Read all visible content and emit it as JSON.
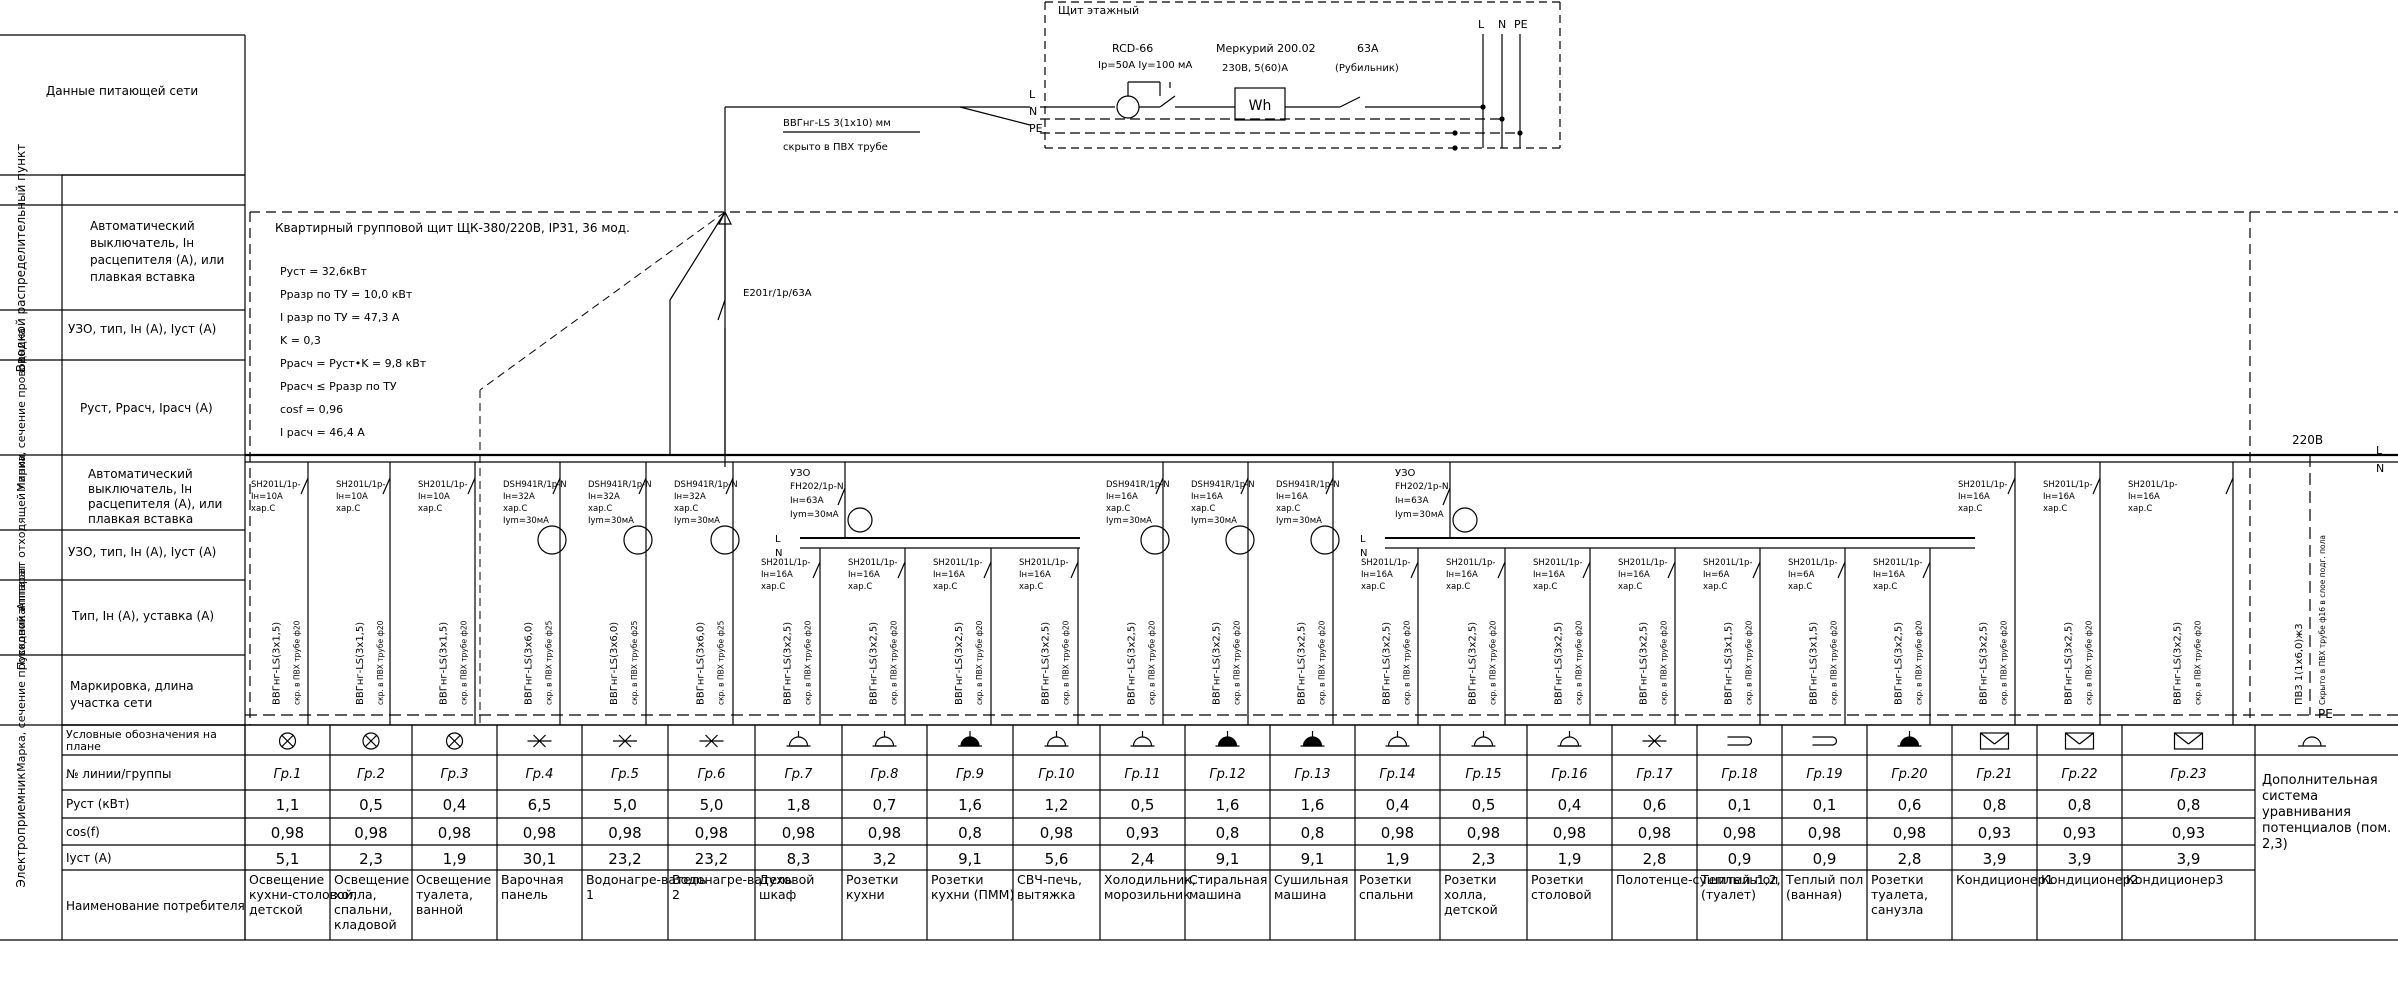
{
  "left_panel": {
    "supply_data": "Данные питающей сети",
    "section_vrp": "Вводной распределительный пункт",
    "section_cable": "Марка, сечение проводника",
    "section_out": "Аппарат отходящей линии",
    "section_start": "Пусковой аппарат",
    "section_cable2": "Марка, сечение проводника",
    "section_consumer": "Электроприемник",
    "row_breaker": "Автоматический выключатель, Iн расцепителя (А), или плавкая вставка",
    "row_uzo": "УЗО, тип, Iн (А), Iуст (А)",
    "row_power": "Руст, Ррасч, Iрасч (А)",
    "row_breaker2": "Автоматический выключатель, Iн расцепителя (А), или плавкая вставка",
    "row_uzo2": "УЗО, тип, Iн (А), Iуст (А)",
    "row_type": "Тип, Iн (А), уставка (А)",
    "row_marking": "Маркировка, длина участка сети"
  },
  "table_rows": {
    "symbols": "Условные обозначения на плане",
    "group_no": "№ линии/группы",
    "p": "Руст (кВт)",
    "cos": "cos(f)",
    "i": "Iуст (А)",
    "name": "Наименование потребителя"
  },
  "floor_panel": {
    "title": "Щит этажный",
    "rcd_name": "RCD-66",
    "rcd_params": "Iр=50А  Iу=100 мА",
    "meter_name": "Меркурий 200.02",
    "meter_params": "230В, 5(60)А",
    "meter_symbol": "Wh",
    "switch_rating": "63А",
    "switch_name": "(Рубильник)",
    "bus_l": "L",
    "bus_n": "N",
    "bus_pe": "PE"
  },
  "feeder": {
    "cable": "ВВГнг-LS 3(1х10) мм",
    "laying": "скрыто в ПВХ трубе",
    "l": "L",
    "n": "N",
    "pe": "PE"
  },
  "apt_panel": {
    "title": "Квартирный групповой щит ЩК-380/220В, IP31, 36 мод.",
    "params": [
      "Руст = 32,6кВт",
      "Рразр по ТУ = 10,0 кВт",
      "I разр по ТУ = 47,3 А",
      "K = 0,3",
      "Ррасч = Руст•K = 9,8 кВт",
      "Ррасч  ≤ Рразр по ТУ",
      "cosf = 0,96",
      "I расч = 46,4 А"
    ],
    "main_breaker": "E201r/1p/63A",
    "voltage": "220В",
    "bus_l": "L",
    "bus_n": "N"
  },
  "rcd_units": [
    {
      "label": "УЗО",
      "type": "FH202/1p-N",
      "in": "Iн=63А",
      "iy": "Iуm=30мА"
    },
    {
      "label": "УЗО",
      "type": "FH202/1p-N",
      "in": "Iн=63А",
      "iy": "Iуm=30мА"
    }
  ],
  "subbus": {
    "l": "L",
    "n": "N"
  },
  "pe_label": "PE",
  "groups": [
    {
      "no": "Гр.1",
      "p": "1,1",
      "cos": "0,98",
      "i": "5,1",
      "name": "Освещение кухни-столовой, детской",
      "sym": "lamp",
      "breaker": [
        "SH201L/1p-",
        "Iн=10А",
        "хар.С"
      ],
      "cable": "ВВГнг-LS(3х1,5)",
      "laying": "скр. в ПВХ трубе ф20"
    },
    {
      "no": "Гр.2",
      "p": "0,5",
      "cos": "0,98",
      "i": "2,3",
      "name": "Освещение холла, спальни, кладовой",
      "sym": "lamp",
      "breaker": [
        "SH201L/1p-",
        "Iн=10А",
        "хар.С"
      ],
      "cable": "ВВГнг-LS(3х1,5)",
      "laying": "скр. в ПВХ трубе ф20"
    },
    {
      "no": "Гр.3",
      "p": "0,4",
      "cos": "0,98",
      "i": "1,9",
      "name": "Освещение туалета, ванной",
      "sym": "lamp",
      "breaker": [
        "SH201L/1p-",
        "Iн=10А",
        "хар.С"
      ],
      "cable": "ВВГнг-LS(3х1,5)",
      "laying": "скр. в ПВХ трубе ф20"
    },
    {
      "no": "Гр.4",
      "p": "6,5",
      "cos": "0,98",
      "i": "30,1",
      "name": "Варочная панель",
      "sym": "outlet-x",
      "breaker": [
        "DSH941R/1p-N",
        "Iн=32А",
        "хар.С",
        "Iуm=30мА"
      ],
      "cable": "ВВГнг-LS(3х6,0)",
      "laying": "скр. в ПВХ трубе ф25"
    },
    {
      "no": "Гр.5",
      "p": "5,0",
      "cos": "0,98",
      "i": "23,2",
      "name": "Водонагре-ватель 1",
      "sym": "outlet-x",
      "breaker": [
        "DSH941R/1p-N",
        "Iн=32А",
        "хар.С",
        "Iуm=30мА"
      ],
      "cable": "ВВГнг-LS(3х6,0)",
      "laying": "скр. в ПВХ трубе ф25"
    },
    {
      "no": "Гр.6",
      "p": "5,0",
      "cos": "0,98",
      "i": "23,2",
      "name": "Водонагре-ватель 2",
      "sym": "outlet-x",
      "breaker": [
        "DSH941R/1p-N",
        "Iн=32А",
        "хар.С",
        "Iуm=30мА"
      ],
      "cable": "ВВГнг-LS(3х6,0)",
      "laying": "скр. в ПВХ трубе ф25"
    },
    {
      "no": "Гр.7",
      "p": "1,8",
      "cos": "0,98",
      "i": "8,3",
      "name": "Духовой шкаф",
      "sym": "socket",
      "breaker": [
        "SH201L/1p-",
        "Iн=16А",
        "хар.С"
      ],
      "cable": "ВВГнг-LS(3х2,5)",
      "laying": "скр. в ПВХ трубе ф20"
    },
    {
      "no": "Гр.8",
      "p": "0,7",
      "cos": "0,98",
      "i": "3,2",
      "name": "Розетки кухни",
      "sym": "socket",
      "breaker": [
        "SH201L/1p-",
        "Iн=16А",
        "хар.С"
      ],
      "cable": "ВВГнг-LS(3х2,5)",
      "laying": "скр. в ПВХ трубе ф20"
    },
    {
      "no": "Гр.9",
      "p": "1,6",
      "cos": "0,8",
      "i": "9,1",
      "name": "Розетки кухни (ПММ)",
      "sym": "socket-filled",
      "breaker": [
        "SH201L/1p-",
        "Iн=16А",
        "хар.С"
      ],
      "cable": "ВВГнг-LS(3х2,5)",
      "laying": "скр. в ПВХ трубе ф20"
    },
    {
      "no": "Гр.10",
      "p": "1,2",
      "cos": "0,98",
      "i": "5,6",
      "name": "СВЧ-печь, вытяжка",
      "sym": "socket",
      "breaker": [
        "SH201L/1p-",
        "Iн=16А",
        "хар.С"
      ],
      "cable": "ВВГнг-LS(3х2,5)",
      "laying": "скр. в ПВХ трубе ф20"
    },
    {
      "no": "Гр.11",
      "p": "0,5",
      "cos": "0,93",
      "i": "2,4",
      "name": "Холодильник, морозильник",
      "sym": "socket",
      "breaker": [
        "DSH941R/1p-N",
        "Iн=16А",
        "хар.С",
        "Iуm=30мА"
      ],
      "cable": "ВВГнг-LS(3х2,5)",
      "laying": "скр. в ПВХ трубе ф20"
    },
    {
      "no": "Гр.12",
      "p": "1,6",
      "cos": "0,8",
      "i": "9,1",
      "name": "Стиральная машина",
      "sym": "socket-filled",
      "breaker": [
        "DSH941R/1p-N",
        "Iн=16А",
        "хар.С",
        "Iуm=30мА"
      ],
      "cable": "ВВГнг-LS(3х2,5)",
      "laying": "скр. в ПВХ трубе ф20"
    },
    {
      "no": "Гр.13",
      "p": "1,6",
      "cos": "0,8",
      "i": "9,1",
      "name": "Сушильная машина",
      "sym": "socket-filled",
      "breaker": [
        "DSH941R/1p-N",
        "Iн=16А",
        "хар.С",
        "Iуm=30мА"
      ],
      "cable": "ВВГнг-LS(3х2,5)",
      "laying": "скр. в ПВХ трубе ф20"
    },
    {
      "no": "Гр.14",
      "p": "0,4",
      "cos": "0,98",
      "i": "1,9",
      "name": "Розетки спальни",
      "sym": "socket",
      "breaker": [
        "SH201L/1p-",
        "Iн=16А",
        "хар.С"
      ],
      "cable": "ВВГнг-LS(3х2,5)",
      "laying": "скр. в ПВХ трубе ф20"
    },
    {
      "no": "Гр.15",
      "p": "0,5",
      "cos": "0,98",
      "i": "2,3",
      "name": "Розетки холла, детской",
      "sym": "socket",
      "breaker": [
        "SH201L/1p-",
        "Iн=16А",
        "хар.С"
      ],
      "cable": "ВВГнг-LS(3х2,5)",
      "laying": "скр. в ПВХ трубе ф20"
    },
    {
      "no": "Гр.16",
      "p": "0,4",
      "cos": "0,98",
      "i": "1,9",
      "name": "Розетки столовой",
      "sym": "socket",
      "breaker": [
        "SH201L/1p-",
        "Iн=16А",
        "хар.С"
      ],
      "cable": "ВВГнг-LS(3х2,5)",
      "laying": "скр. в ПВХ трубе ф20"
    },
    {
      "no": "Гр.17",
      "p": "0,6",
      "cos": "0,98",
      "i": "2,8",
      "name": "Полотенце-сушитель1,2,",
      "sym": "outlet-x",
      "breaker": [
        "SH201L/1p-",
        "Iн=16А",
        "хар.С"
      ],
      "cable": "ВВГнг-LS(3х2,5)",
      "laying": "скр. в ПВХ трубе ф20"
    },
    {
      "no": "Гр.18",
      "p": "0,1",
      "cos": "0,98",
      "i": "0,9",
      "name": "Теплый пол (туалет)",
      "sym": "heat",
      "breaker": [
        "SH201L/1p-",
        "Iн=6А",
        "хар.С"
      ],
      "cable": "ВВГнг-LS(3х1,5)",
      "laying": "скр. в ПВХ трубе ф20"
    },
    {
      "no": "Гр.19",
      "p": "0,1",
      "cos": "0,98",
      "i": "0,9",
      "name": "Теплый пол (ванная)",
      "sym": "heat",
      "breaker": [
        "SH201L/1p-",
        "Iн=6А",
        "хар.С"
      ],
      "cable": "ВВГнг-LS(3х1,5)",
      "laying": "скр. в ПВХ трубе ф20"
    },
    {
      "no": "Гр.20",
      "p": "0,6",
      "cos": "0,98",
      "i": "2,8",
      "name": "Розетки туалета, санузла",
      "sym": "socket-filled",
      "breaker": [
        "SH201L/1p-",
        "Iн=16А",
        "хар.С"
      ],
      "cable": "ВВГнг-LS(3х2,5)",
      "laying": "скр. в ПВХ трубе ф20"
    },
    {
      "no": "Гр.21",
      "p": "0,8",
      "cos": "0,93",
      "i": "3,9",
      "name": "Кондиционер1",
      "sym": "ac",
      "breaker": [
        "SH201L/1p-",
        "Iн=16А",
        "хар.С"
      ],
      "cable": "ВВГнг-LS(3х2,5)",
      "laying": "скр. в ПВХ трубе ф20"
    },
    {
      "no": "Гр.22",
      "p": "0,8",
      "cos": "0,93",
      "i": "3,9",
      "name": "Кондиционер2",
      "sym": "ac",
      "breaker": [
        "SH201L/1p-",
        "Iн=16А",
        "хар.С"
      ],
      "cable": "ВВГнг-LS(3х2,5)",
      "laying": "скр. в ПВХ трубе ф20"
    },
    {
      "no": "Гр.23",
      "p": "0,8",
      "cos": "0,93",
      "i": "3,9",
      "name": "Кондиционер3",
      "sym": "ac",
      "breaker": [
        "SH201L/1p-",
        "Iн=16А",
        "хар.С"
      ],
      "cable": "ВВГнг-LS(3х2,5)",
      "laying": "скр. в ПВХ трубе ф20"
    }
  ],
  "equipot": {
    "text": "Дополнительная система уравнивания потенциалов (пом. 2,3)",
    "cable": "ПВ3 1(1х6,0)ж3",
    "laying": "Скрыто в ПВХ трубе ф16 в слое подг. пола",
    "sym": "equipot"
  }
}
